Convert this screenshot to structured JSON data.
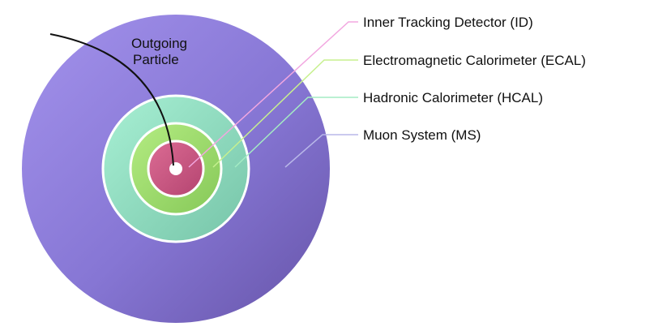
{
  "particle": {
    "label_line1": "Outgoing",
    "label_line2": "Particle"
  },
  "layers": [
    {
      "key": "id",
      "label": "Inner Tracking Detector (ID)",
      "color": "#c8527c",
      "leader_color": "#f2a7e0"
    },
    {
      "key": "ecal",
      "label": "Electromagnetic Calorimeter (ECAL)",
      "color": "#9ad86a",
      "leader_color": "#c7f08f"
    },
    {
      "key": "hcal",
      "label": "Hadronic Calorimeter (HCAL)",
      "color": "#8fdcbf",
      "leader_color": "#a4ecc4"
    },
    {
      "key": "ms",
      "label": "Muon System (MS)",
      "color": "#8a78d4",
      "leader_color": "#b8b7e8"
    }
  ]
}
